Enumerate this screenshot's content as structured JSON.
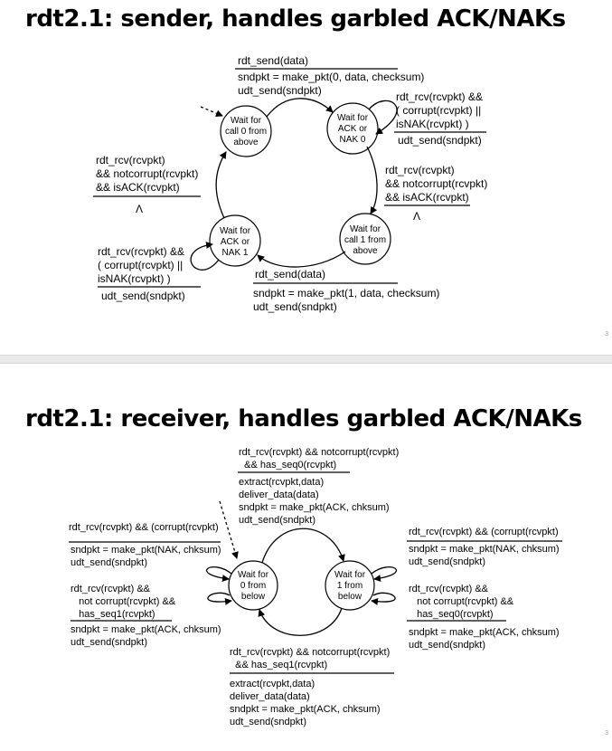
{
  "sender": {
    "title": "rdt2.1: sender, handles garbled ACK/NAKs",
    "slide_number": "3",
    "states": {
      "wait_call0": "Wait for\ncall 0 from\nabove",
      "wait_ack0": "Wait for\nACK or\nNAK 0",
      "wait_call1": "Wait for\ncall 1 from\nabove",
      "wait_ack1": "Wait for\nACK or\nNAK 1"
    },
    "top": {
      "event": "rdt_send(data)",
      "action": "sndpkt = make_pkt(0, data, checksum)\nudt_send(sndpkt)"
    },
    "right_loop": {
      "event": "rdt_rcv(rcvpkt) &&\n( corrupt(rcvpkt) ||\nisNAK(rcvpkt) )",
      "action": "udt_send(sndpkt)"
    },
    "right": {
      "event": "rdt_rcv(rcvpkt)\n&& notcorrupt(rcvpkt)\n&& isACK(rcvpkt)",
      "action": "Λ"
    },
    "left": {
      "event": "rdt_rcv(rcvpkt)\n&& notcorrupt(rcvpkt)\n&& isACK(rcvpkt)",
      "action": "Λ"
    },
    "left_loop": {
      "event": "rdt_rcv(rcvpkt) &&\n( corrupt(rcvpkt) ||\nisNAK(rcvpkt) )",
      "action": "udt_send(sndpkt)"
    },
    "bottom": {
      "event": "rdt_send(data)",
      "action": "sndpkt = make_pkt(1, data, checksum)\nudt_send(sndpkt)"
    }
  },
  "receiver": {
    "title": "rdt2.1: receiver, handles garbled ACK/NAKs",
    "slide_number": "3",
    "states": {
      "wait0": "Wait for\n0 from\nbelow",
      "wait1": "Wait for\n1 from\nbelow"
    },
    "top": {
      "event": "rdt_rcv(rcvpkt) && notcorrupt(rcvpkt)\n  && has_seq0(rcvpkt)",
      "action": "extract(rcvpkt,data)\ndeliver_data(data)\nsndpkt = make_pkt(ACK, chksum)\nudt_send(sndpkt)"
    },
    "left_upper": {
      "event": "rdt_rcv(rcvpkt) && (corrupt(rcvpkt)",
      "action": "sndpkt = make_pkt(NAK, chksum)\nudt_send(sndpkt)"
    },
    "left_lower": {
      "event": "rdt_rcv(rcvpkt) &&\n   not corrupt(rcvpkt) &&\n   has_seq1(rcvpkt)",
      "action": "sndpkt = make_pkt(ACK, chksum)\nudt_send(sndpkt)"
    },
    "right_upper": {
      "event": "rdt_rcv(rcvpkt) && (corrupt(rcvpkt)",
      "action": "sndpkt = make_pkt(NAK, chksum)\nudt_send(sndpkt)"
    },
    "right_lower": {
      "event": "rdt_rcv(rcvpkt) &&\n   not corrupt(rcvpkt) &&\n   has_seq0(rcvpkt)",
      "action": "sndpkt = make_pkt(ACK, chksum)\nudt_send(sndpkt)"
    },
    "bottom": {
      "event": "rdt_rcv(rcvpkt) && notcorrupt(rcvpkt)\n  && has_seq1(rcvpkt)",
      "action": "extract(rcvpkt,data)\ndeliver_data(data)\nsndpkt = make_pkt(ACK, chksum)\nudt_send(sndpkt)"
    }
  }
}
